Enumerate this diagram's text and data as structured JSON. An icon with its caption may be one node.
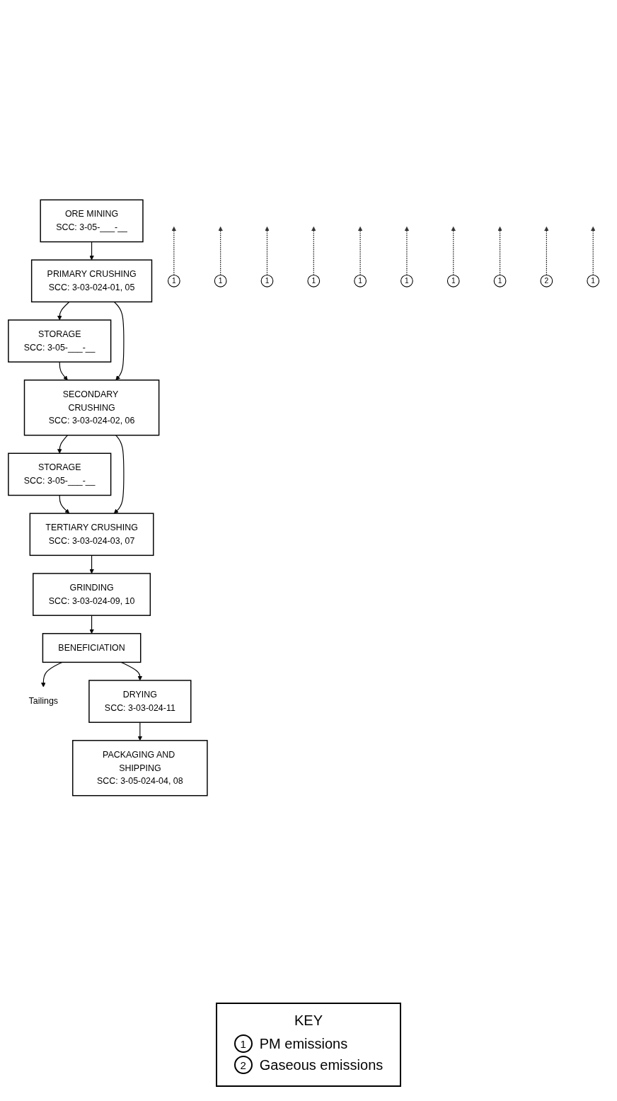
{
  "diagram": {
    "nodes": [
      {
        "text": [
          "ORE MINING",
          "SCC: 3-05-___-__"
        ]
      },
      {
        "text": [
          "PRIMARY CRUSHING",
          "SCC: 3-03-024-01, 05"
        ]
      },
      {
        "text": [
          "STORAGE",
          "SCC: 3-05-___-__"
        ]
      },
      {
        "text": [
          "SECONDARY CRUSHING",
          "SCC: 3-03-024-02, 06"
        ]
      },
      {
        "text": [
          "STORAGE",
          "SCC: 3-05-___-__"
        ]
      },
      {
        "text": [
          "TERTIARY CRUSHING",
          "SCC: 3-03-024-03, 07"
        ]
      },
      {
        "text": [
          "GRINDING",
          "SCC: 3-03-024-09, 10"
        ]
      },
      {
        "text": [
          "BENEFICIATION"
        ]
      },
      {
        "text": [
          "Tailings"
        ]
      },
      {
        "text": [
          "DRYING",
          "SCC: 3-03-024-11"
        ]
      },
      {
        "text": [
          "PACKAGING AND SHIPPING",
          "SCC: 3-05-024-04, 08"
        ]
      },
      {
        "text": [
          "1"
        ]
      },
      {
        "text": [
          "1"
        ]
      },
      {
        "text": [
          "1"
        ]
      },
      {
        "text": [
          "1"
        ]
      },
      {
        "text": [
          "1"
        ]
      },
      {
        "text": [
          "1"
        ]
      },
      {
        "text": [
          "1"
        ]
      },
      {
        "text": [
          "1"
        ]
      },
      {
        "text": [
          "2"
        ]
      },
      {
        "text": [
          "1"
        ]
      }
    ],
    "edges": [
      {
        "from": 0,
        "to": 1,
        "arrow": "to"
      },
      {
        "from": 1,
        "to": 2,
        "arrow": "to"
      },
      {
        "from": 2,
        "to": 3,
        "arrow": "to"
      },
      {
        "from": 1,
        "to": 3,
        "arrow": "to"
      },
      {
        "from": 3,
        "to": 4,
        "arrow": "to"
      },
      {
        "from": 4,
        "to": 5,
        "arrow": "to"
      },
      {
        "from": 3,
        "to": 5,
        "arrow": "to"
      },
      {
        "from": 5,
        "to": 6,
        "arrow": "to"
      },
      {
        "from": 6,
        "to": 7,
        "arrow": "to"
      },
      {
        "from": 7,
        "to": 8,
        "arrow": "to"
      },
      {
        "from": 7,
        "to": 9,
        "arrow": "to"
      },
      {
        "from": 9,
        "to": 10,
        "arrow": "to"
      },
      {
        "from": 11,
        "to": null,
        "arrow": "to",
        "style": "dashed"
      },
      {
        "from": 12,
        "to": null,
        "arrow": "to",
        "style": "dashed"
      },
      {
        "from": 13,
        "to": null,
        "arrow": "to",
        "style": "dashed"
      },
      {
        "from": 14,
        "to": null,
        "arrow": "to",
        "style": "dashed"
      },
      {
        "from": 15,
        "to": null,
        "arrow": "to",
        "style": "dashed"
      },
      {
        "from": 16,
        "to": null,
        "arrow": "to",
        "style": "dashed"
      },
      {
        "from": 17,
        "to": null,
        "arrow": "to",
        "style": "dashed"
      },
      {
        "from": 18,
        "to": null,
        "arrow": "to",
        "style": "dashed"
      },
      {
        "from": 19,
        "to": null,
        "arrow": "to",
        "style": "dashed"
      },
      {
        "from": 20,
        "to": null,
        "arrow": "to",
        "style": "dashed"
      }
    ],
    "labels": [
      "KEY",
      "1",
      "2"
    ],
    "legend": [
      {
        "text": "PM emissions"
      },
      {
        "text": "Gaseous emissions"
      }
    ]
  }
}
